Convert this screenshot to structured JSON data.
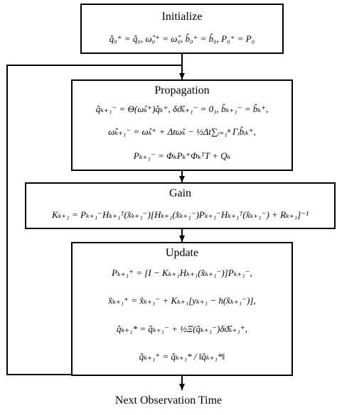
{
  "diagram": {
    "boxes": [
      {
        "id": "initialize",
        "title": "Initialize",
        "lines": [
          "q̂₀⁺ = q̂₀, ω̂₀⁺ = ω̂₀, b̂₀⁺ = b̂₀, P₀⁺ = P₀"
        ]
      },
      {
        "id": "propagation",
        "title": "Propagation",
        "lines": [
          "q̂ₖ₊₁⁻ = Θ(ω̂ₖ⁺)q̂ₖ⁺, δϑ̂ₖ₊₁⁻ = 0₃, b̂ₖ₊₁⁻ = b̂ₖ⁺,",
          "ω̂ₖ₊₁⁻ = ω̂ₖ⁺ + Δtω̃ₖ − ½Δt∑ᵢ₌₁ⁿ Γᵢb̂ᵢₖ⁺,",
          "Pₖ₊₁⁻ = ΦₖPₖ⁺ΦₖᵀT + Qₖ"
        ]
      },
      {
        "id": "gain",
        "title": "Gain",
        "lines": [
          "Kₖ₊₁ = Pₖ₊₁⁻Hₖ₊₁ᵀ(x̂ₖ₊₁⁻)[Hₖ₊₁(x̂ₖ₊₁⁻)Pₖ₊₁⁻Hₖ₊₁ᵀ(x̂ₖ₊₁⁻) + Rₖ₊₁]⁻¹"
        ]
      },
      {
        "id": "update",
        "title": "Update",
        "lines": [
          "Pₖ₊₁⁺ = [I − Kₖ₊₁Hₖ₊₁(x̂ₖ₊₁⁻)]Pₖ₊₁⁻,",
          "x̂ₖ₊₁⁺ = x̂ₖ₊₁⁻ + Kₖ₊₁[yₖ₊₁ − h(x̂ₖ₊₁⁻)],",
          "q̂ₖ₊₁* = q̂ₖ₊₁⁻ + ½Ξ(q̂ₖ₊₁⁻)δϑ̂ₖ₊₁⁺,",
          "q̂ₖ₊₁⁺ = q̂ₖ₊₁* / ‖q̂ₖ₊₁*‖"
        ]
      }
    ],
    "footer": "Next Observation Time"
  }
}
